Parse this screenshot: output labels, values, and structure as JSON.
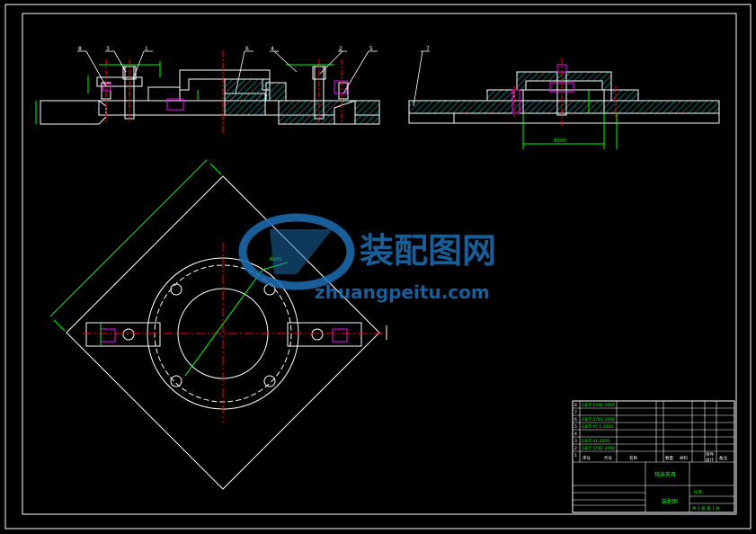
{
  "watermark": {
    "brand_cn": "装配图网",
    "brand_url": "zhuangpeitu.com",
    "brand_color": "#1e6fb4"
  },
  "colors": {
    "background": "#000000",
    "frame": "#ffffff",
    "outline": "#ffffff",
    "dimension": "#00ff00",
    "centerline": "#ff0000",
    "hatch": "#00bfbf",
    "highlight": "#ff00ff",
    "table_text": "#00ff00"
  },
  "front_view": {
    "callouts": [
      "8",
      "3",
      "1",
      "6",
      "4",
      "2",
      "5"
    ]
  },
  "side_view": {
    "callouts": [
      "7"
    ],
    "dimension_label": "Φ200"
  },
  "plan_view": {
    "dimension_label": "Φ200"
  },
  "title_block": {
    "part_rows": [
      {
        "no": "8",
        "code": "GB/T 1096-2003"
      },
      {
        "no": "7",
        "code": ""
      },
      {
        "no": "6",
        "code": "GB/T 5783-2000"
      },
      {
        "no": "5",
        "code": "GB/T 97.1-2002"
      },
      {
        "no": "4",
        "code": ""
      },
      {
        "no": "3",
        "code": "GB/T 41-2000"
      },
      {
        "no": "2",
        "code": "GB/T 5782-2000"
      },
      {
        "no": "1",
        "code": ""
      }
    ],
    "header": [
      "序号",
      "代号",
      "名称",
      "数量",
      "材料",
      "单件",
      "总计",
      "备注"
    ],
    "drawing_title": "铣床夹具",
    "company": "装配图",
    "scale_label": "比例",
    "sheet_label": "共 1 张 第 1 张"
  }
}
